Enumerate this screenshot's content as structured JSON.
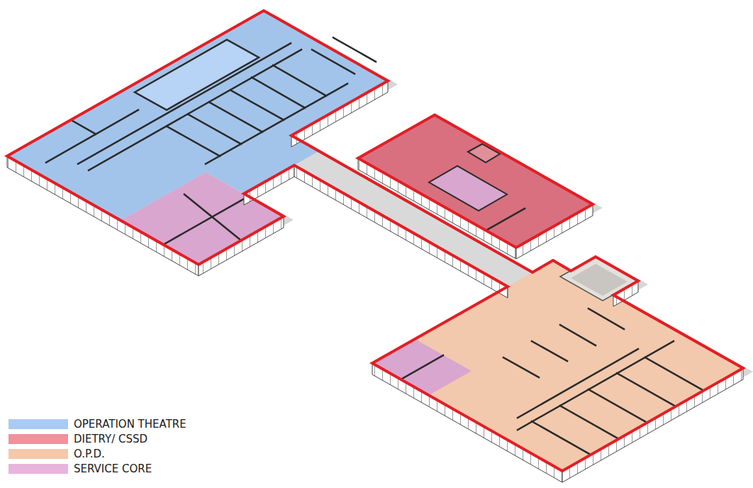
{
  "diagram": {
    "legend": [
      {
        "text": "OPERATION THEATRE",
        "color": "#a9cbf3"
      },
      {
        "text": "DIETRY/ CSSD",
        "color": "#f2909b"
      },
      {
        "text": "O.P.D.",
        "color": "#f6c7aa"
      },
      {
        "text": "SERVICE CORE",
        "color": "#e8b4dc"
      }
    ]
  }
}
